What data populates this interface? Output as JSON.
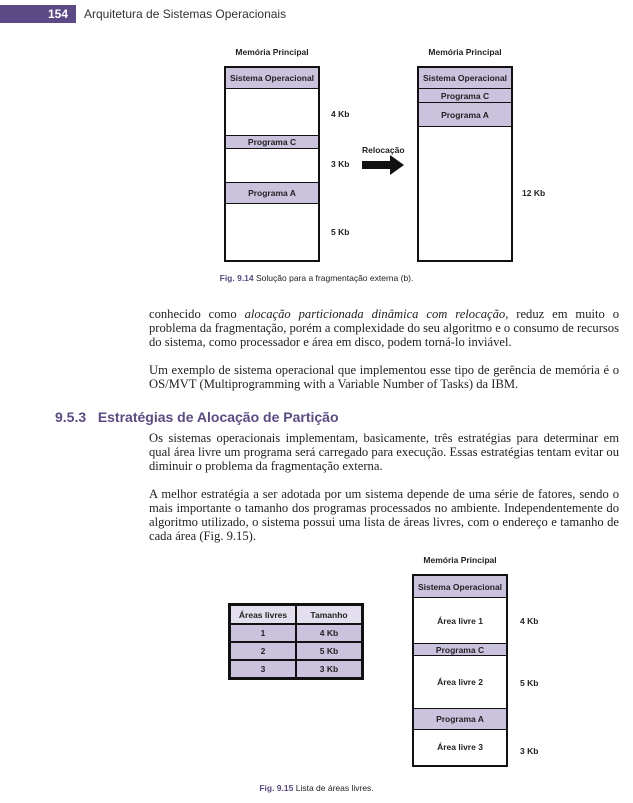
{
  "header": {
    "page_number": "154",
    "running_title": "Arquitetura de Sistemas Operacionais"
  },
  "fig914": {
    "left": {
      "title": "Memória Principal",
      "segments": [
        "Sistema Operacional",
        "Programa C",
        "Programa A"
      ],
      "sizes": [
        "4 Kb",
        "3 Kb",
        "5 Kb"
      ]
    },
    "arrow_label": "Relocação",
    "right": {
      "title": "Memória Principal",
      "segments": [
        "Sistema Operacional",
        "Programa C",
        "Programa A"
      ],
      "size": "12 Kb"
    },
    "caption_num": "Fig. 9.14",
    "caption_text": "Solução para a fragmentação externa (b)."
  },
  "paragraphs": {
    "p1_a": "conhecido como ",
    "p1_italic": "alocação particionada dinâmica com relocação",
    "p1_b": ", reduz em muito o problema da fragmentação, porém a complexidade do seu algoritmo e o consumo de recursos do sistema, como processador e área em disco, podem torná-lo inviável.",
    "p2": "Um exemplo de sistema operacional que implementou esse tipo de gerência de memória é o OS/MVT (Multiprogramming with a Variable Number of Tasks) da IBM.",
    "p3": "Os sistemas operacionais implementam, basicamente, três estratégias para determinar em qual área livre um programa será carregado para execução. Essas estratégias tentam evitar ou diminuir o problema da fragmentação externa.",
    "p4": "A melhor estratégia a ser adotada por um sistema depende de uma série de fatores, sendo o mais importante o tamanho dos programas processados no ambiente. Independentemente do algoritmo utilizado, o sistema possui uma lista de áreas livres, com o endereço e tamanho de cada área (Fig. 9.15)."
  },
  "section": {
    "number": "9.5.3",
    "title": "Estratégias de Alocação de Partição"
  },
  "fig915": {
    "table": {
      "headers": [
        "Áreas livres",
        "Tamanho"
      ],
      "rows": [
        [
          "1",
          "4 Kb"
        ],
        [
          "2",
          "5 Kb"
        ],
        [
          "3",
          "3 Kb"
        ]
      ]
    },
    "memory": {
      "title": "Memória Principal",
      "segments": [
        "Sistema Operacional",
        "Área livre 1",
        "Programa C",
        "Área livre 2",
        "Programa A",
        "Área livre 3"
      ],
      "sizes": [
        "4 Kb",
        "5 Kb",
        "3 Kb"
      ]
    },
    "caption_num": "Fig. 9.15",
    "caption_text": "Lista de áreas livres."
  },
  "colors": {
    "accent": "#5b4a86",
    "shade": "#cbc3de"
  }
}
